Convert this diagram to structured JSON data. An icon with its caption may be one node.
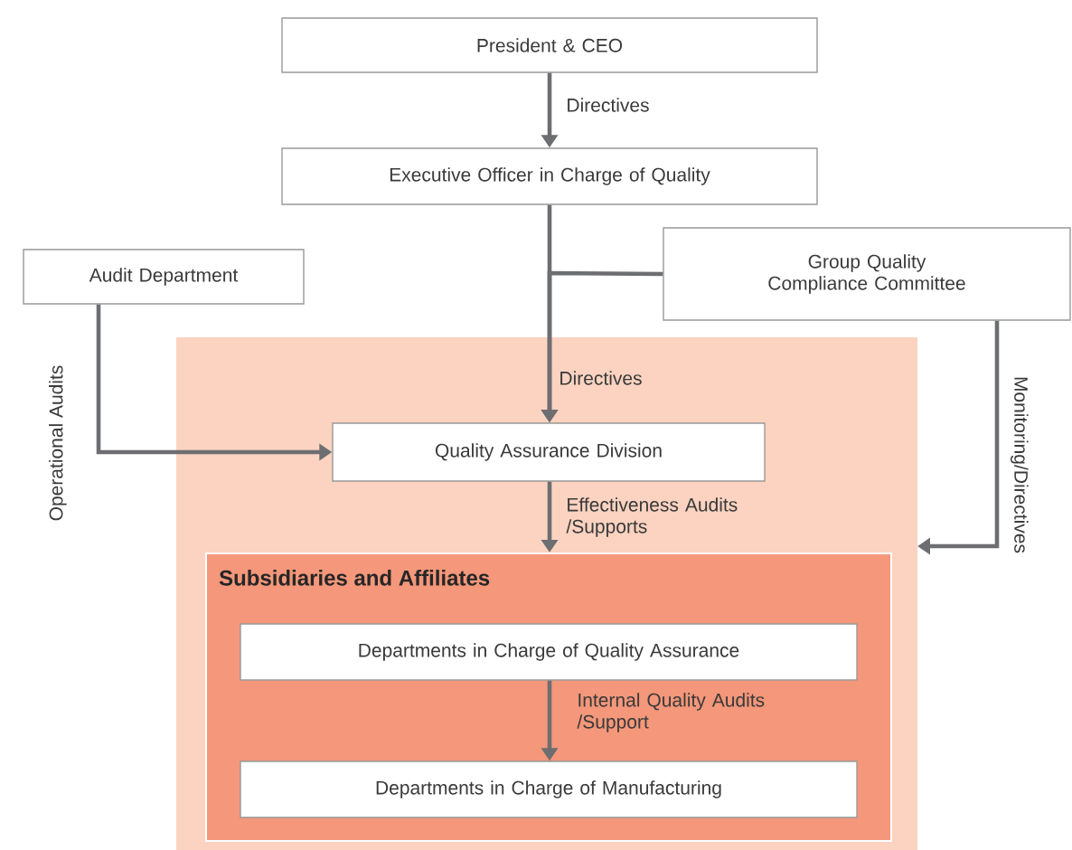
{
  "diagram": {
    "nodes": [
      {
        "text": [
          "President & CEO"
        ]
      },
      {
        "text": [
          "Executive Officer in Charge of Quality"
        ]
      },
      {
        "text": [
          "Audit Department"
        ]
      },
      {
        "text": [
          "Group Quality Compliance Committee"
        ]
      },
      {
        "text": [],
        "shape": "box"
      },
      {
        "text": [
          "Quality Assurance Division"
        ],
        "in": 4
      },
      {
        "text": [
          "Subsidiaries and Affiliates"
        ],
        "in": 4
      },
      {
        "text": [
          "Departments in Charge of Quality Assurance"
        ],
        "in": 6
      },
      {
        "text": [
          "Departments in Charge of Manufacturing"
        ],
        "in": 6
      }
    ],
    "edges": [
      {
        "from": 0,
        "to": 1,
        "arrow": "to",
        "label": "Directives"
      },
      {
        "from": 1,
        "to": 5,
        "arrow": "to",
        "label": "Directives"
      },
      {
        "from": 3,
        "to": 5,
        "arrow": "to"
      },
      {
        "from": 2,
        "to": 5,
        "arrow": "to",
        "label": "Operational Audits"
      },
      {
        "from": 5,
        "to": 6,
        "arrow": "to",
        "label": "Effectiveness Audits /Supports"
      },
      {
        "from": 3,
        "to": 4,
        "arrow": "to",
        "label": "Monitoring/Directives"
      },
      {
        "from": 7,
        "to": 8,
        "arrow": "to",
        "label": "Internal Quality Audits /Support"
      }
    ]
  }
}
